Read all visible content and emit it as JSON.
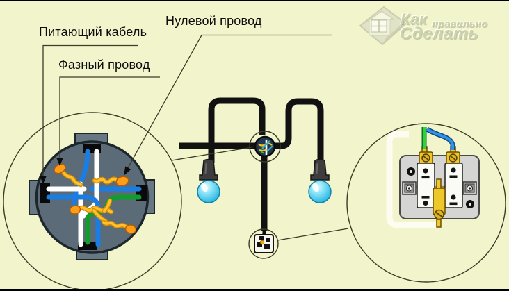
{
  "colors": {
    "background": "#f2f5cb",
    "border": "#000000",
    "line": "#3b3b28",
    "ink": "#0d0d0d",
    "cable": "#111111",
    "boxBody": "#5b6b77",
    "boxTab": "#687883",
    "port": "#0a0a0a",
    "wireWhite": "#ffffff",
    "wireBlue": "#1b7de2",
    "wireGreen": "#129c2e",
    "twistDark": "#d98d00",
    "twistYellow": "#ffc22e",
    "twistOrange": "#ff9d18",
    "socket": "#3d3d3d",
    "bulb": "#35c4ea",
    "switchBody": "#d5d5d3",
    "rocker": "#fbfbf6",
    "terminalYellow": "#eec72b",
    "brightGreen": "#2ed13e",
    "brightBlue": "#2f93ea",
    "watermark": "#cfd3ac"
  },
  "labels": {
    "feeding_cable": "Питающий кабель",
    "phase_wire": "Фазный провод",
    "neutral_wire": "Нулевой провод"
  },
  "watermark": {
    "word1": "Как",
    "word2": "правильно",
    "word3": "Сделать"
  }
}
